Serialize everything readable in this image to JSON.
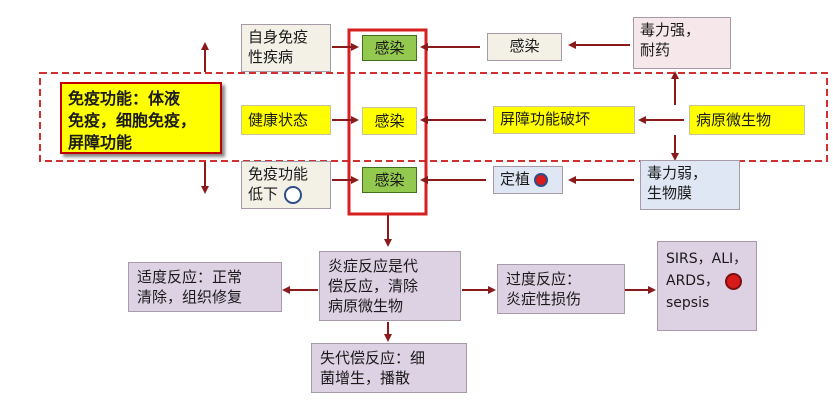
{
  "boxes": {
    "left_immune": [
      "免疫功能：体液",
      "免疫，细胞免疫，",
      "屏障功能"
    ],
    "autoimmune": [
      "自身免疫",
      "性疾病"
    ],
    "healthy": "健康状态",
    "immune_low": [
      "免疫功能",
      "低下"
    ],
    "infect_top": "感染",
    "infect_mid": "感染",
    "infect_bottom": "感染",
    "infect_right": "感染",
    "barrier": "屏障功能破坏",
    "colonize": "定植",
    "virulent_strong": [
      "毒力强，",
      "耐药"
    ],
    "pathogen": "病原微生物",
    "virulent_weak": [
      "毒力弱，",
      "生物膜"
    ],
    "inflammation": [
      "炎症反应是代",
      "偿反应，清除",
      "病原微生物"
    ],
    "moderate": [
      "适度反应：正常",
      "清除，组织修复"
    ],
    "excessive": [
      "过度反应：",
      "炎症性损伤"
    ],
    "decompensation": [
      "失代偿反应：细",
      "菌增生，播散"
    ],
    "sirs": [
      "SIRS，ALI，",
      "ARDS，",
      "sepsis"
    ]
  },
  "colors": {
    "dark_red": "#8b1a1a",
    "red_border": "#d61f1f",
    "dashed_red": "#d03030",
    "yellow": "#ffff00",
    "green": "#94c94f"
  }
}
